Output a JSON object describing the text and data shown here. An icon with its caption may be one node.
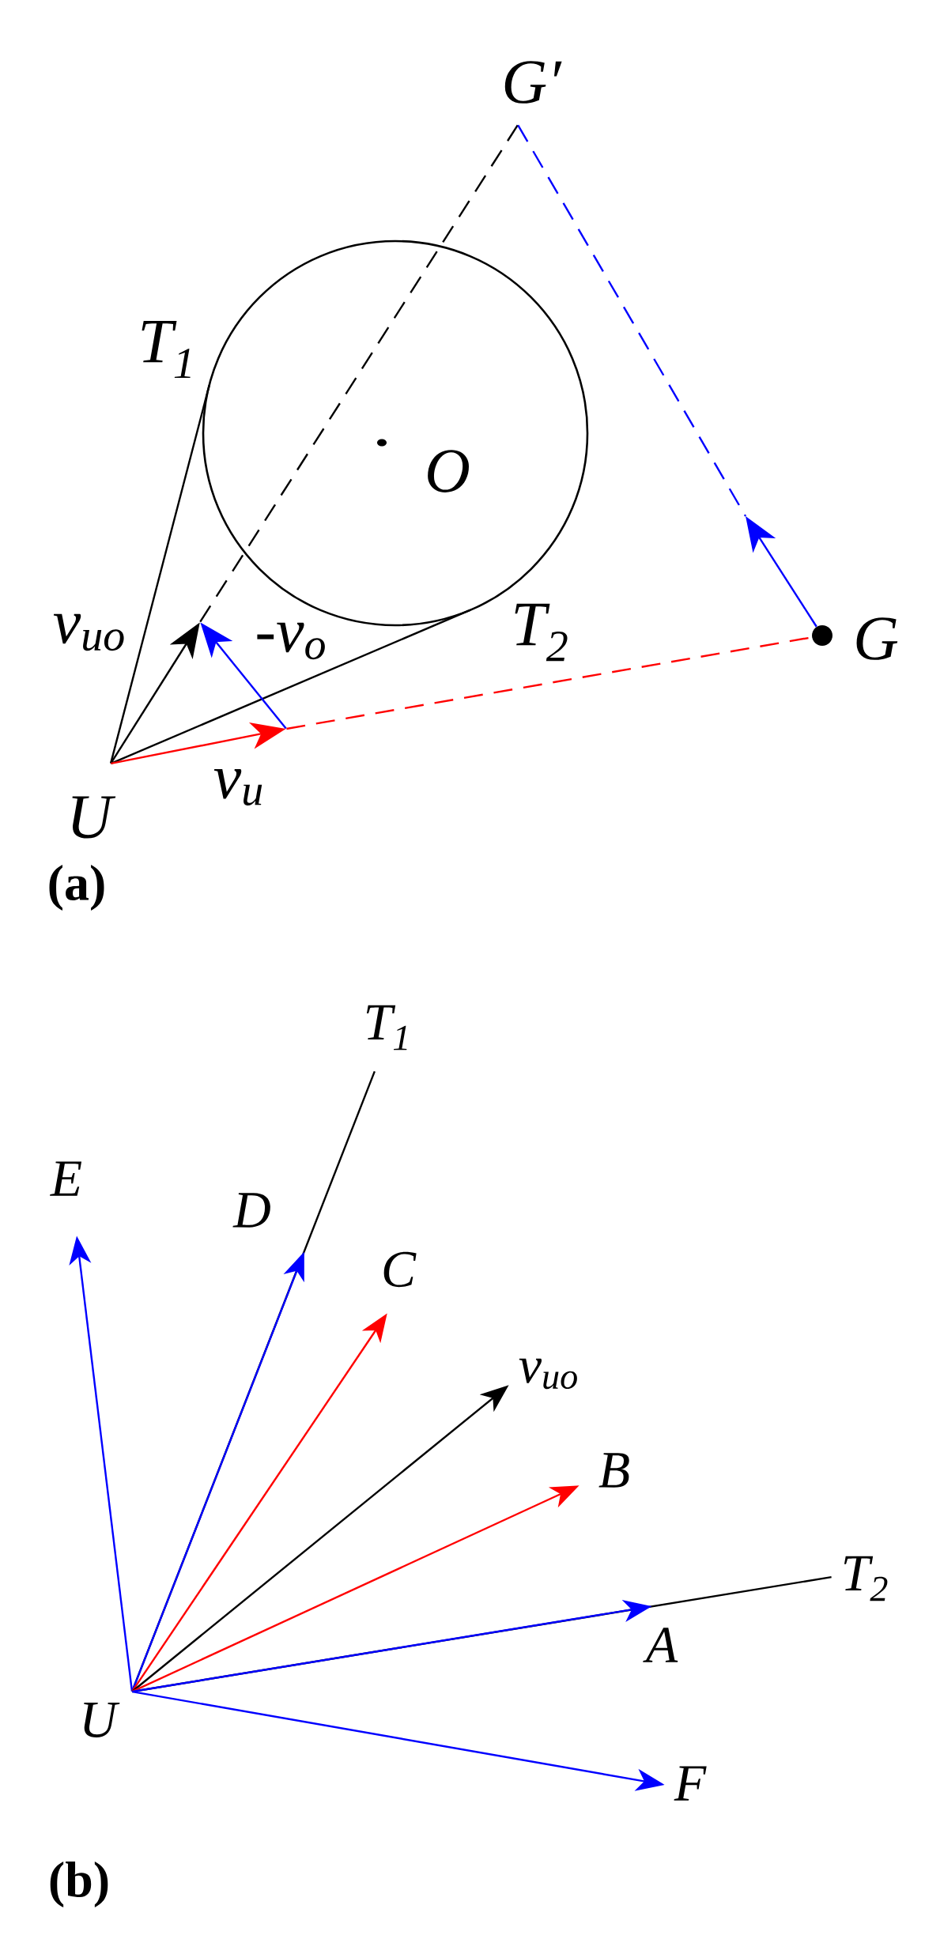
{
  "diagram": {
    "nodes": [
      {
        "text": [
          "G′"
        ]
      },
      {
        "text": [],
        "shape": "circle"
      },
      {
        "text": [
          "T$_{1}$"
        ]
      },
      {
        "text": [
          "O"
        ],
        "in": 1
      },
      {
        "text": [
          "T$_{2}$"
        ]
      },
      {
        "text": [
          "G"
        ]
      },
      {
        "text": [
          "v$_{uo}$"
        ]
      },
      {
        "text": [
          "v$_{u}$"
        ]
      },
      {
        "text": [
          "U"
        ]
      },
      {
        "text": [
          "T$_{1}$"
        ]
      },
      {
        "text": [
          "E"
        ]
      },
      {
        "text": [
          "D"
        ]
      },
      {
        "text": [
          "C"
        ]
      },
      {
        "text": [
          "v$_{uo}$"
        ]
      },
      {
        "text": [
          "B"
        ]
      },
      {
        "text": [
          "T$_{2}$"
        ]
      },
      {
        "text": [
          "A"
        ]
      },
      {
        "text": [
          "U"
        ]
      },
      {
        "text": [
          "F"
        ]
      }
    ],
    "edges": [
      {
        "from": 8,
        "to": 2,
        "arrow": "none"
      },
      {
        "from": 8,
        "to": 4,
        "arrow": "none"
      },
      {
        "from": 8,
        "to": 6,
        "arrow": "to"
      },
      {
        "from": 6,
        "to": 0,
        "arrow": "none",
        "style": "dashed"
      },
      {
        "from": 0,
        "to": null,
        "arrow": "none",
        "style": "dashed",
        "color": "#0000ff"
      },
      {
        "from": 5,
        "to": null,
        "arrow": "to",
        "color": "#0000ff"
      },
      {
        "from": 8,
        "to": 7,
        "arrow": "to",
        "color": "#ff0000"
      },
      {
        "from": 7,
        "to": 5,
        "arrow": "none",
        "style": "dashed",
        "color": "#ff0000"
      },
      {
        "from": 7,
        "to": 6,
        "arrow": "to",
        "label": "-v$_{o}$",
        "color": "#0000ff"
      },
      {
        "from": 17,
        "to": 9,
        "arrow": "none"
      },
      {
        "from": 17,
        "to": 15,
        "arrow": "none"
      },
      {
        "from": 17,
        "to": 10,
        "arrow": "to",
        "color": "#0000ff"
      },
      {
        "from": 17,
        "to": 11,
        "arrow": "to",
        "color": "#0000ff"
      },
      {
        "from": 17,
        "to": 12,
        "arrow": "to",
        "color": "#ff0000"
      },
      {
        "from": 17,
        "to": 13,
        "arrow": "to"
      },
      {
        "from": 17,
        "to": 14,
        "arrow": "to",
        "color": "#ff0000"
      },
      {
        "from": 17,
        "to": 16,
        "arrow": "to",
        "color": "#0000ff"
      },
      {
        "from": 17,
        "to": 18,
        "arrow": "to",
        "color": "#0000ff"
      }
    ],
    "labels": [
      "(a)",
      "(b)"
    ]
  }
}
